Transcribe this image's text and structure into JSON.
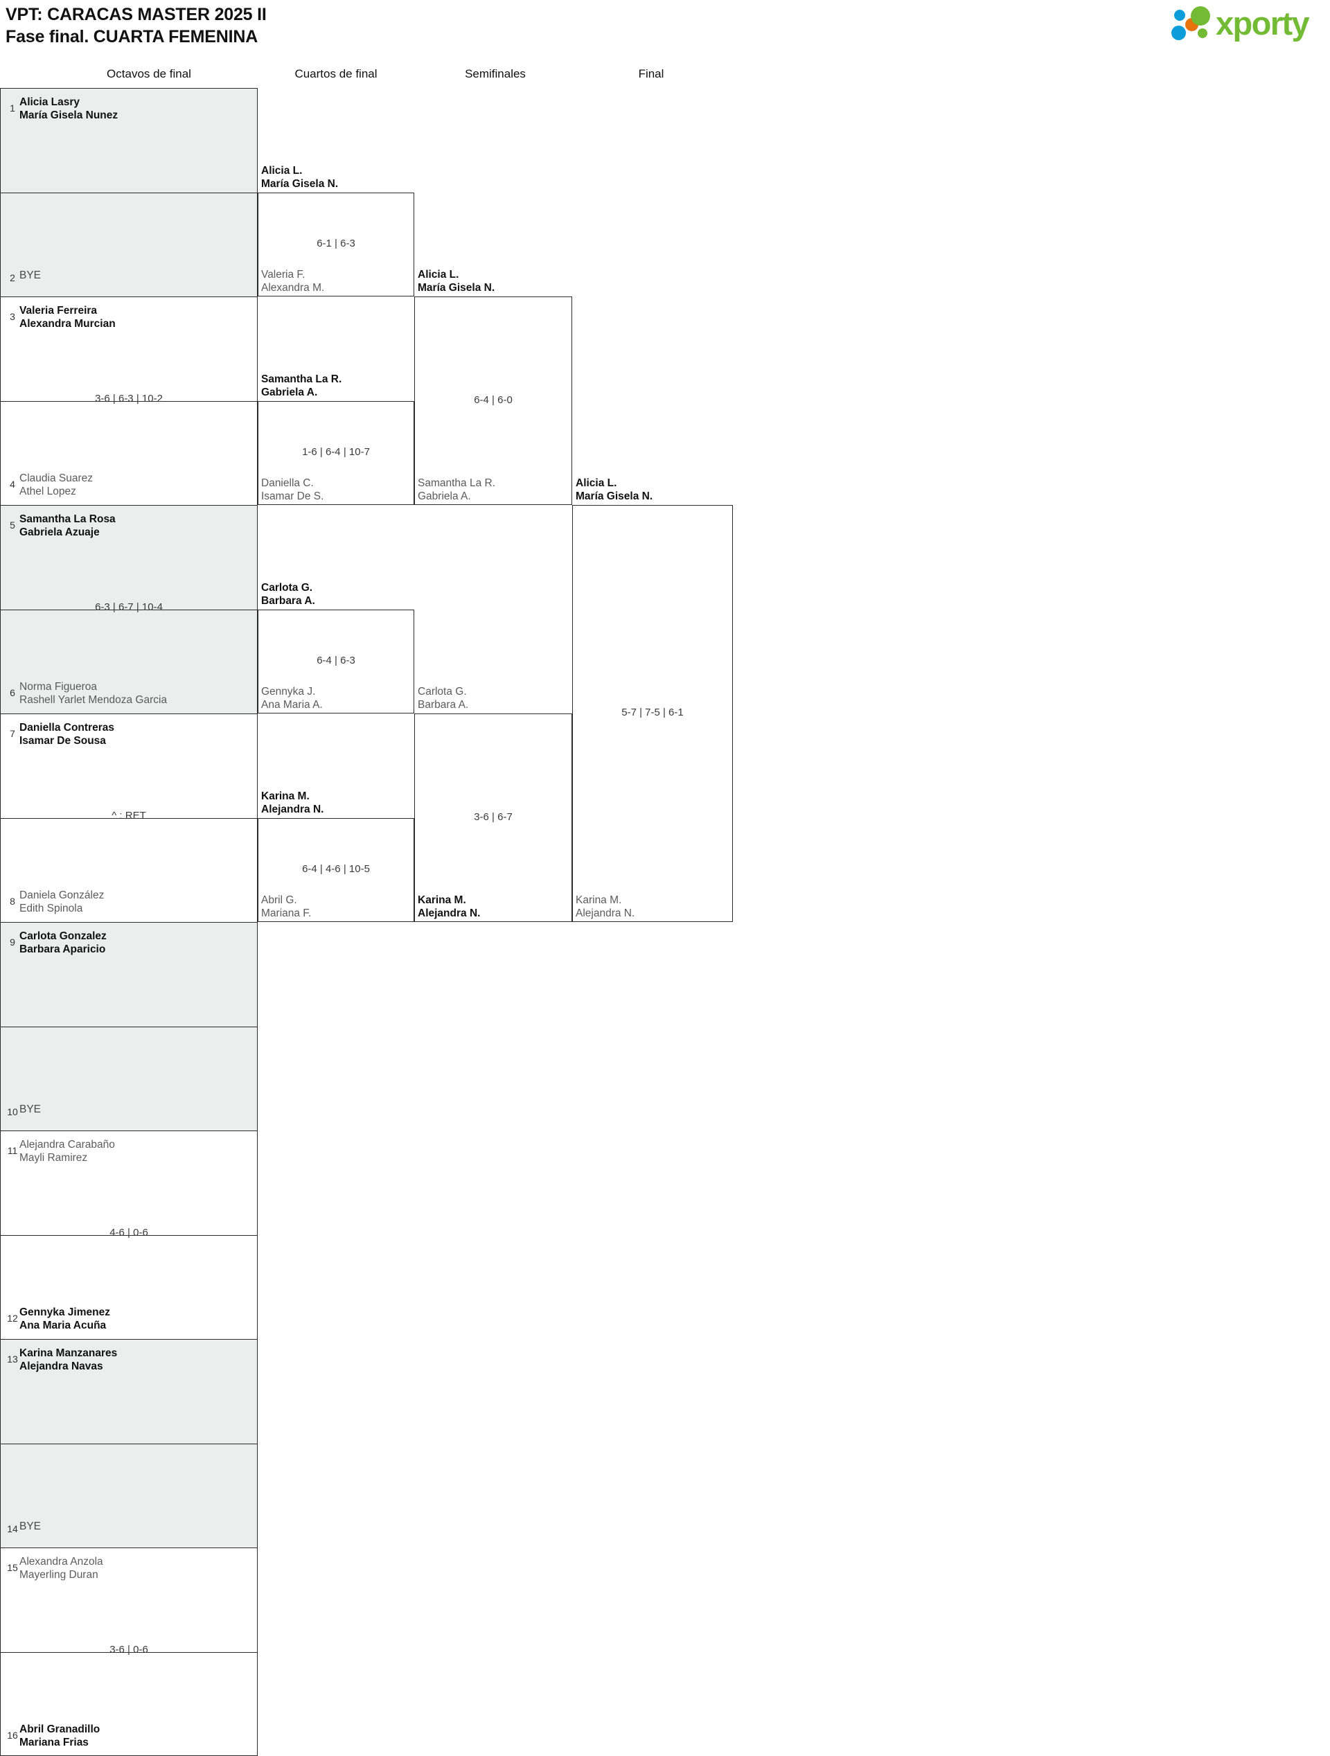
{
  "header": {
    "title_line1": "VPT: CARACAS MASTER 2025 II",
    "title_line2": "Fase final. CUARTA FEMENINA",
    "logo_text": "xporty",
    "logo_colors": {
      "green": "#74bb35",
      "blue": "#0d9ddb",
      "orange": "#e8720c"
    }
  },
  "rounds": [
    {
      "label": "Octavos de final"
    },
    {
      "label": "Cuartos de final"
    },
    {
      "label": "Semifinales"
    },
    {
      "label": "Final"
    }
  ],
  "round1": {
    "slots": [
      {
        "seed": "1",
        "line1": "Alicia Lasry",
        "line2": "María Gisela Nunez",
        "winner": true,
        "bye": false
      },
      {
        "seed": "2",
        "line1": "BYE",
        "line2": "",
        "winner": false,
        "bye": true
      },
      {
        "seed": "3",
        "line1": "Valeria Ferreira",
        "line2": "Alexandra Murcian",
        "winner": true,
        "bye": false
      },
      {
        "seed": "4",
        "line1": "Claudia Suarez",
        "line2": "Athel Lopez",
        "winner": false,
        "bye": false
      },
      {
        "seed": "5",
        "line1": "Samantha La Rosa",
        "line2": "Gabriela Azuaje",
        "winner": true,
        "bye": false
      },
      {
        "seed": "6",
        "line1": "Norma Figueroa",
        "line2": "Rashell Yarlet Mendoza Garcia",
        "winner": false,
        "bye": false
      },
      {
        "seed": "7",
        "line1": "Daniella Contreras",
        "line2": "Isamar De Sousa",
        "winner": true,
        "bye": false
      },
      {
        "seed": "8",
        "line1": "Daniela González",
        "line2": "Edith Spinola",
        "winner": false,
        "bye": false
      },
      {
        "seed": "9",
        "line1": "Carlota Gonzalez",
        "line2": "Barbara Aparicio",
        "winner": true,
        "bye": false
      },
      {
        "seed": "10",
        "line1": "BYE",
        "line2": "",
        "winner": false,
        "bye": true
      },
      {
        "seed": "11",
        "line1": "Alejandra Carabaño",
        "line2": "Mayli Ramirez",
        "winner": false,
        "bye": false
      },
      {
        "seed": "12",
        "line1": "Gennyka Jimenez",
        "line2": "Ana Maria Acuña",
        "winner": true,
        "bye": false
      },
      {
        "seed": "13",
        "line1": "Karina Manzanares",
        "line2": "Alejandra Navas",
        "winner": true,
        "bye": false
      },
      {
        "seed": "14",
        "line1": "BYE",
        "line2": "",
        "winner": false,
        "bye": true
      },
      {
        "seed": "15",
        "line1": "Alexandra Anzola",
        "line2": "Mayerling Duran",
        "winner": false,
        "bye": false
      },
      {
        "seed": "16",
        "line1": "Abril Granadillo",
        "line2": "Mariana Frias",
        "winner": true,
        "bye": false
      }
    ],
    "scores": [
      {
        "id": "r1m1",
        "text": ""
      },
      {
        "id": "r1m2",
        "text": "3-6 | 6-3 | 10-2"
      },
      {
        "id": "r1m3",
        "text": "6-3 | 6-7 | 10-4"
      },
      {
        "id": "r1m4",
        "text": "^ : RET"
      },
      {
        "id": "r1m5",
        "text": ""
      },
      {
        "id": "r1m6",
        "text": "4-6 | 0-6"
      },
      {
        "id": "r1m7",
        "text": ""
      },
      {
        "id": "r1m8",
        "text": "3-6 | 0-6"
      }
    ]
  },
  "round2": {
    "entries": [
      {
        "line1": "Alicia L.",
        "line2": "María Gisela N.",
        "winner": true
      },
      {
        "line1": "Valeria F.",
        "line2": "Alexandra M.",
        "winner": false
      },
      {
        "line1": "Samantha La R.",
        "line2": "Gabriela A.",
        "winner": true
      },
      {
        "line1": "Daniella C.",
        "line2": "Isamar De S.",
        "winner": false
      },
      {
        "line1": "Carlota G.",
        "line2": "Barbara A.",
        "winner": true
      },
      {
        "line1": "Gennyka J.",
        "line2": "Ana Maria A.",
        "winner": false
      },
      {
        "line1": "Karina M.",
        "line2": "Alejandra N.",
        "winner": true
      },
      {
        "line1": "Abril G.",
        "line2": "Mariana F.",
        "winner": false
      }
    ],
    "scores": [
      {
        "id": "r2m1",
        "text": "6-1 | 6-3"
      },
      {
        "id": "r2m2",
        "text": "1-6 | 6-4 | 10-7"
      },
      {
        "id": "r2m3",
        "text": "6-4 | 6-3"
      },
      {
        "id": "r2m4",
        "text": "6-4 | 4-6 | 10-5"
      }
    ]
  },
  "round3": {
    "entries": [
      {
        "line1": "Alicia L.",
        "line2": "María Gisela N.",
        "winner": true
      },
      {
        "line1": "Samantha La R.",
        "line2": "Gabriela A.",
        "winner": false
      },
      {
        "line1": "Carlota G.",
        "line2": "Barbara A.",
        "winner": false
      },
      {
        "line1": "Karina M.",
        "line2": "Alejandra N.",
        "winner": true
      }
    ],
    "scores": [
      {
        "id": "r3m1",
        "text": "6-4 | 6-0"
      },
      {
        "id": "r3m2",
        "text": "3-6 | 6-7"
      }
    ]
  },
  "round4": {
    "entries": [
      {
        "line1": "Alicia L.",
        "line2": "María Gisela N.",
        "winner": true
      },
      {
        "line1": "Karina M.",
        "line2": "Alejandra N.",
        "winner": false
      }
    ],
    "scores": [
      {
        "id": "r4m1",
        "text": "5-7 | 7-5 | 6-1"
      }
    ]
  }
}
